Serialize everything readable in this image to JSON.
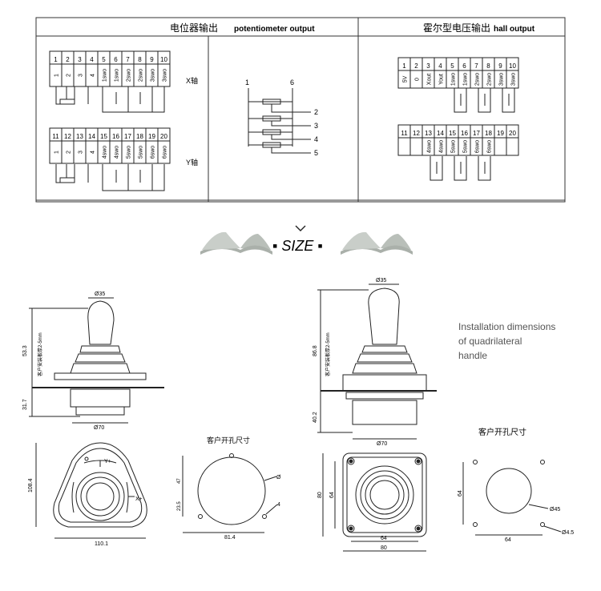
{
  "header": {
    "potentiometer_cn": "电位器输出",
    "potentiometer_en": "potentiometer output",
    "hall_cn": "霍尔型电压输出",
    "hall_en": "hall output"
  },
  "pot_x": {
    "pins": [
      "1",
      "2",
      "3",
      "4",
      "5",
      "6",
      "7",
      "8",
      "9",
      "10"
    ],
    "signals": [
      "1",
      "2",
      "3",
      "4",
      "1swo",
      "1swo",
      "2swo",
      "2swo",
      "3swo",
      "3swo"
    ],
    "axis": "X轴"
  },
  "pot_y": {
    "pins": [
      "11",
      "12",
      "13",
      "14",
      "15",
      "16",
      "17",
      "18",
      "19",
      "20"
    ],
    "signals": [
      "1",
      "2",
      "3",
      "4",
      "4swo",
      "4swo",
      "5swo",
      "5swo",
      "6swo",
      "6swo"
    ],
    "axis": "Y轴"
  },
  "pot_diagram": {
    "label_1": "1",
    "label_6": "6",
    "labels_right": [
      "2",
      "3",
      "4",
      "5"
    ]
  },
  "hall_x": {
    "pins": [
      "1",
      "2",
      "3",
      "4",
      "5",
      "6",
      "7",
      "8",
      "9",
      "10"
    ],
    "signals": [
      "5V",
      "0",
      "Xout",
      "Yout",
      "1swo",
      "1swo",
      "2swo",
      "2swo",
      "3swo",
      "3swo"
    ]
  },
  "hall_y": {
    "pins": [
      "11",
      "12",
      "13",
      "14",
      "15",
      "16",
      "17",
      "18",
      "19",
      "20"
    ],
    "signals": [
      "",
      "",
      "4swo",
      "4swo",
      "5swo",
      "5swo",
      "6swo",
      "6swo",
      "",
      ""
    ]
  },
  "size_title": "▪ SIZE ▪",
  "left_drawing": {
    "dia_top": "Ø35",
    "height": "53.3",
    "note": "客户安装板厚2-5mm",
    "below": "31.7",
    "base_dia": "Ø70",
    "side_height": "108.4",
    "width": "110.1",
    "y_plus": "Y+",
    "x_plus": "X+",
    "cutout_title": "客户开孔尺寸",
    "cut_47": "47",
    "cut_235": "23.5",
    "cut_814": "81.4",
    "cut_phi": "Ø",
    "cut_4": "4"
  },
  "right_drawing": {
    "dia_top": "Ø35",
    "height": "86.8",
    "note": "客户安装板厚2-5mm",
    "below": "40.2",
    "base_dia": "Ø70",
    "outer_80": "80",
    "inner_64": "64",
    "bottom_64": "64",
    "bottom_80": "80",
    "install_text_1": "Installation dimensions",
    "install_text_2": "of quadrilateral",
    "install_text_3": "handle",
    "cutout_title": "客户开孔尺寸",
    "cut_64v": "64",
    "cut_64h": "64",
    "cut_45": "Ø45",
    "cut_45b": "Ø4.5"
  },
  "colors": {
    "line": "#222222",
    "border": "#333333",
    "book": "#9aa39a"
  }
}
